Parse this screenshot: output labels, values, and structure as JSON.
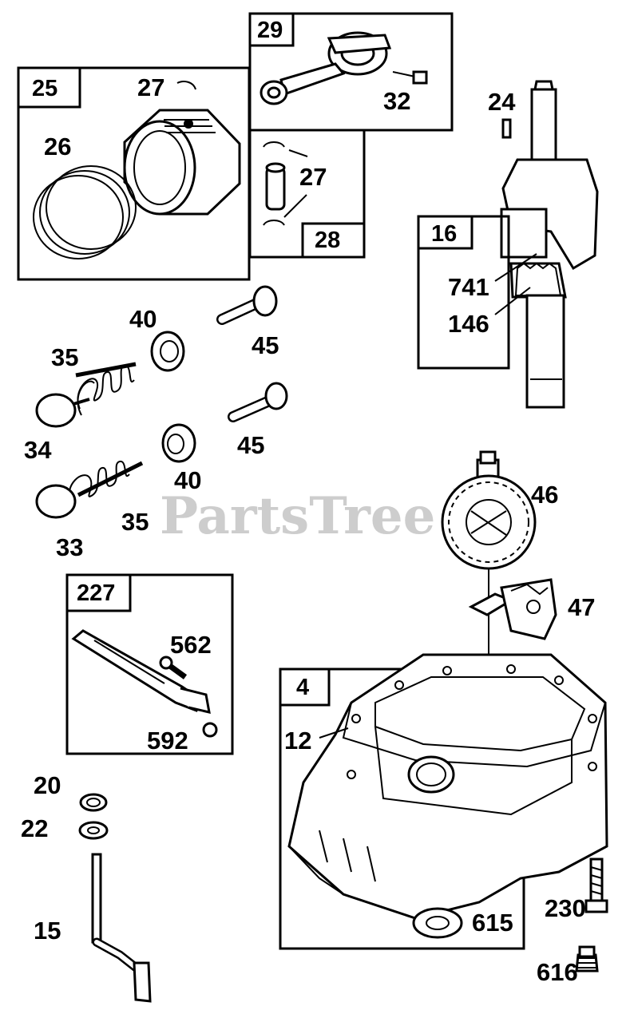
{
  "watermark": {
    "text": "PartsTree",
    "trademark": "™"
  },
  "group_boxes": [
    {
      "id": "box-25",
      "number": "25"
    },
    {
      "id": "box-29",
      "number": "29"
    },
    {
      "id": "box-28",
      "number": "28"
    },
    {
      "id": "box-16",
      "number": "16"
    },
    {
      "id": "box-227",
      "number": "227"
    },
    {
      "id": "box-4",
      "number": "4"
    }
  ],
  "callouts": [
    {
      "id": "p27a",
      "text": "27"
    },
    {
      "id": "p26",
      "text": "26"
    },
    {
      "id": "p32",
      "text": "32"
    },
    {
      "id": "p27b",
      "text": "27"
    },
    {
      "id": "p24",
      "text": "24"
    },
    {
      "id": "p741",
      "text": "741"
    },
    {
      "id": "p146",
      "text": "146"
    },
    {
      "id": "p40a",
      "text": "40"
    },
    {
      "id": "p45a",
      "text": "45"
    },
    {
      "id": "p35a",
      "text": "35"
    },
    {
      "id": "p34",
      "text": "34"
    },
    {
      "id": "p45b",
      "text": "45"
    },
    {
      "id": "p40b",
      "text": "40"
    },
    {
      "id": "p35b",
      "text": "35"
    },
    {
      "id": "p33",
      "text": "33"
    },
    {
      "id": "p46",
      "text": "46"
    },
    {
      "id": "p47",
      "text": "47"
    },
    {
      "id": "p562",
      "text": "562"
    },
    {
      "id": "p592",
      "text": "592"
    },
    {
      "id": "p12",
      "text": "12"
    },
    {
      "id": "p615",
      "text": "615"
    },
    {
      "id": "p230",
      "text": "230"
    },
    {
      "id": "p616",
      "text": "616"
    },
    {
      "id": "p20",
      "text": "20"
    },
    {
      "id": "p22",
      "text": "22"
    },
    {
      "id": "p15",
      "text": "15"
    }
  ]
}
